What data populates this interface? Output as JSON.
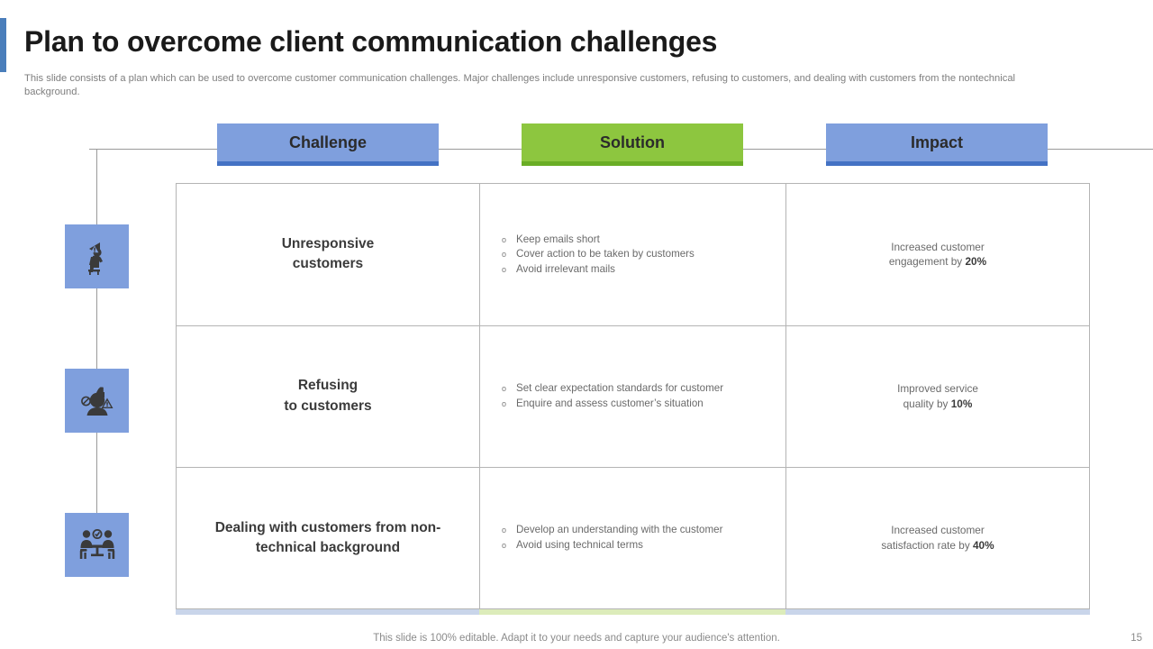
{
  "slide": {
    "title": "Plan to overcome client communication challenges",
    "subtitle": "This slide consists of a plan which can be used to overcome customer communication challenges. Major challenges include unresponsive customers, refusing to customers, and dealing with customers from the nontechnical background.",
    "footer_note": "This slide is 100% editable. Adapt it to your needs and capture your audience's attention.",
    "page_number": "15"
  },
  "colors": {
    "header_blue": "#7f9fdd",
    "header_blue_underline": "#4472c4",
    "header_green": "#8dc63f",
    "header_green_underline": "#6aad25",
    "icon_tile_blue": "#7f9fdd",
    "accent_bar": "#4a7ebb",
    "grid_border": "#b4b4b4",
    "body_text": "#6a6a6a",
    "heading_text": "#1a1a1a"
  },
  "phases": [
    {
      "label": "Challenge",
      "style": "blue"
    },
    {
      "label": "Solution",
      "style": "green"
    },
    {
      "label": "Impact",
      "style": "blue"
    }
  ],
  "bullet_marker": "o",
  "rows": [
    {
      "icon": "person-sitting-warning-icon",
      "challenge": "Unresponsive\ncustomers",
      "challenge_lines": [
        "Unresponsive",
        "customers"
      ],
      "solutions": [
        "Keep emails  short",
        "Cover  action to be taken by customers",
        "Avoid  irrelevant  mails"
      ],
      "impact_lines": [
        "Increased  customer",
        "engagement  by "
      ],
      "impact_value": "20%"
    },
    {
      "icon": "person-thumbs-down-warning-icon",
      "challenge": "Refusing\nto customers",
      "challenge_lines": [
        "Refusing",
        "to customers"
      ],
      "solutions": [
        "Set clear  expectation standards for  customer",
        "Enquire  and  assess customer’s situation"
      ],
      "impact_lines": [
        "Improved  service",
        "quality by "
      ],
      "impact_value": "10%"
    },
    {
      "icon": "two-people-meeting-table-icon",
      "challenge": "Dealing with customers from non-technical background",
      "challenge_lines": [
        "Dealing with customers from non-",
        "technical background"
      ],
      "solutions": [
        "Develop  an understanding  with the customer",
        "Avoid  using technical terms"
      ],
      "impact_lines": [
        "Increased  customer",
        "satisfaction rate by "
      ],
      "impact_value": "40%"
    }
  ]
}
